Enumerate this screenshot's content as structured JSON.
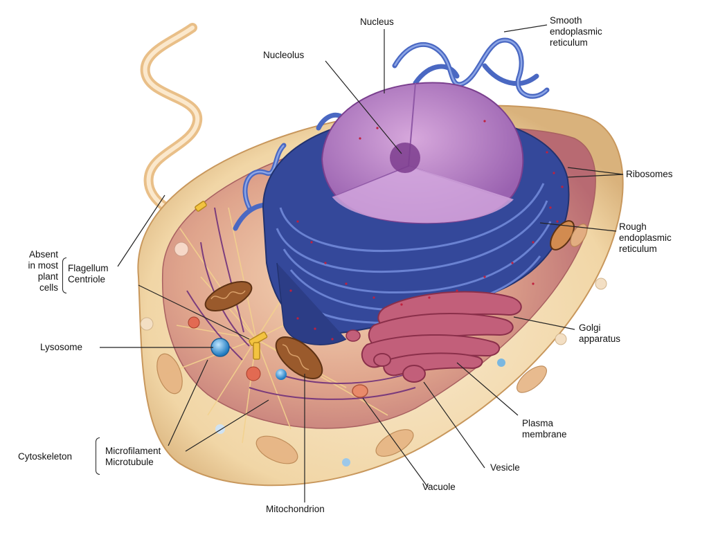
{
  "labels": {
    "nucleus": "Nucleus",
    "nucleolus": "Nucleolus",
    "smooth_er": [
      "Smooth",
      "endoplasmic",
      "reticulum"
    ],
    "ribosomes": "Ribosomes",
    "rough_er": [
      "Rough",
      "endoplasmic",
      "reticulum"
    ],
    "golgi": [
      "Golgi",
      "apparatus"
    ],
    "plasma_membrane": [
      "Plasma",
      "membrane"
    ],
    "vesicle": "Vesicle",
    "vacuole": "Vacuole",
    "mitochondrion": "Mitochondrion",
    "microfilament": "Microfilament",
    "microtubule": "Microtubule",
    "cytoskeleton": "Cytoskeleton",
    "lysosome": "Lysosome",
    "flagellum": "Flagellum",
    "centriole": "Centriole",
    "absent_note": [
      "Absent",
      "in most",
      "plant",
      "cells"
    ]
  },
  "colors": {
    "membrane_outer": "#f3dcb0",
    "cytoplasm": "#f7e3c2",
    "interior": "#c98a86",
    "nucleus": "#b47cc0",
    "rough_er": "#3d4f9e",
    "smooth_er": "#4f6fc4",
    "golgi": "#b4546e",
    "mitochondrion": "#9a5a2c",
    "lysosome": "#2a8fd0",
    "ribosome_dot": "#b0243e",
    "flagellum": "#f2cfa0"
  }
}
